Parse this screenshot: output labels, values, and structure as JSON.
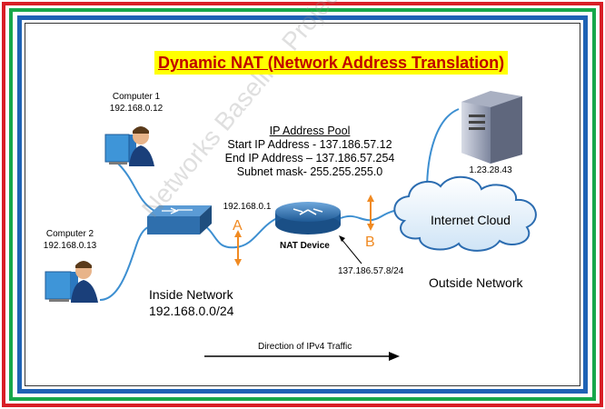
{
  "title": "Dynamic NAT (Network Address Translation)",
  "computer1": {
    "name": "Computer 1",
    "ip": "192.168.0.12"
  },
  "computer2": {
    "name": "Computer 2",
    "ip": "192.168.0.13"
  },
  "pool": {
    "heading": "IP Address Pool",
    "start": "Start IP Address - 137.186.57.12",
    "end": "End IP Address – 137.186.57.254",
    "mask": "Subnet mask- 255.255.255.0"
  },
  "server": {
    "ip": "1.23.28.43"
  },
  "router": {
    "label": "NAT Device",
    "inside_ip": "192.168.0.1",
    "outside_ip": "137.186.57.8/24"
  },
  "cloud": {
    "label": "Internet Cloud"
  },
  "marker_a": "A",
  "marker_b": "B",
  "inside_network": {
    "label": "Inside Network",
    "subnet": "192.168.0.0/24"
  },
  "outside_network": {
    "label": "Outside Network"
  },
  "traffic": {
    "label": "Direction of IPv4 Traffic"
  },
  "watermark": "Networks Baseline Project",
  "colors": {
    "frame_red": "#d81f26",
    "frame_green": "#17a84b",
    "frame_blue": "#1f63b5",
    "link": "#3d8fd1",
    "marker": "#f08a22",
    "title_highlight": "#ffff00",
    "title_text": "#c00000"
  }
}
